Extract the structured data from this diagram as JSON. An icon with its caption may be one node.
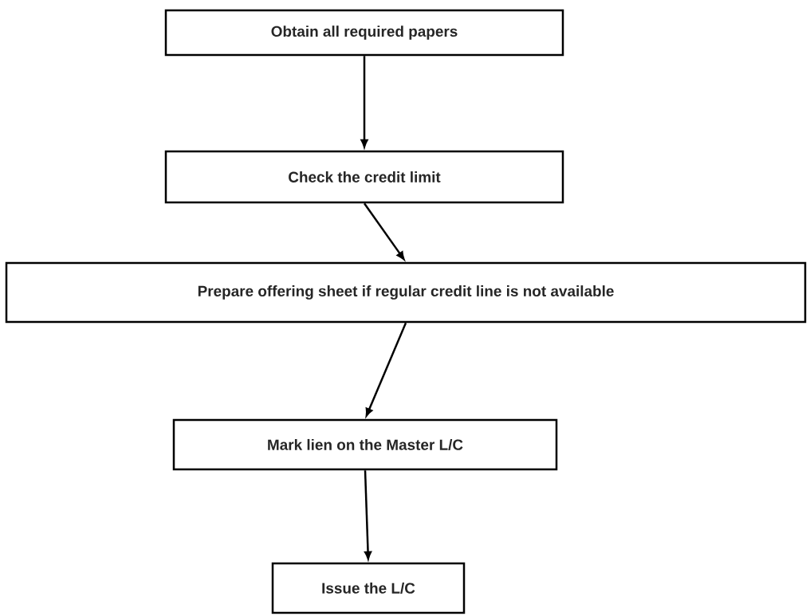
{
  "diagram": {
    "nodes": [
      {
        "text": [
          "Obtain all required papers"
        ]
      },
      {
        "text": [
          "Check the credit limit"
        ]
      },
      {
        "text": [
          "Prepare offering sheet if regular credit line is not available"
        ]
      },
      {
        "text": [
          "Mark lien on the Master L/C"
        ]
      },
      {
        "text": [
          "Issue the L/C"
        ]
      }
    ],
    "edges": [
      {
        "from": 0,
        "to": 1,
        "arrow": "to"
      },
      {
        "from": 1,
        "to": 2,
        "arrow": "to"
      },
      {
        "from": 2,
        "to": 3,
        "arrow": "to"
      },
      {
        "from": 3,
        "to": 4,
        "arrow": "to"
      }
    ]
  }
}
